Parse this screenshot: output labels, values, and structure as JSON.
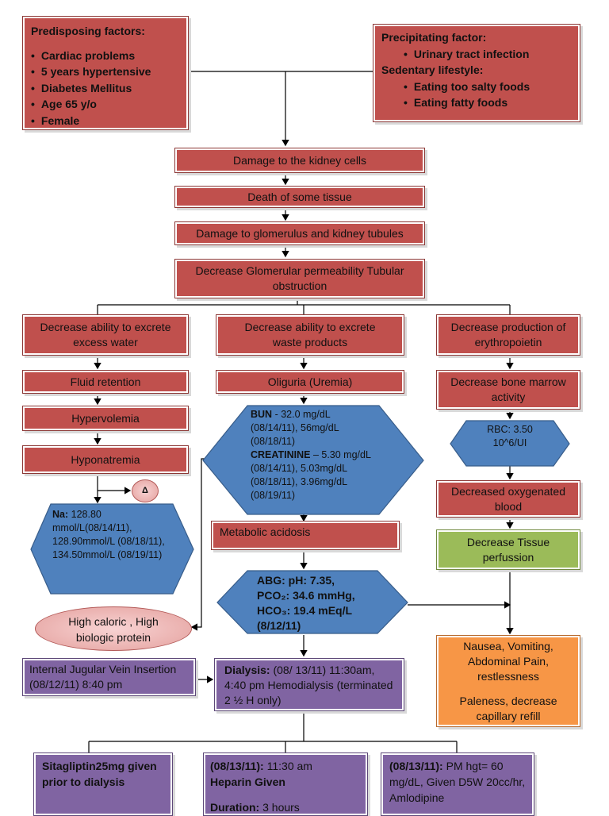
{
  "predisposing": {
    "title": "Predisposing factors:",
    "items": [
      "Cardiac problems",
      "5 years hypertensive",
      "Diabetes Mellitus",
      "Age 65 y/o",
      "Female"
    ]
  },
  "precipitating": {
    "title": "Precipitating factor:",
    "item1": "Urinary tract infection",
    "subtitle": "Sedentary lifestyle:",
    "items": [
      "Eating too salty foods",
      "Eating fatty foods"
    ]
  },
  "chain": {
    "step1": "Damage to the kidney cells",
    "step2": "Death of some tissue",
    "step3": "Damage to glomerulus and kidney tubules",
    "step4": "Decrease Glomerular permeability Tubular obstruction"
  },
  "left_branch": {
    "head": "Decrease ability to excrete excess water",
    "b1": "Fluid retention",
    "b2": "Hypervolemia",
    "b3": "Hyponatremia",
    "delta": "Δ",
    "na_label": "Na:",
    "na_value": "128.80 mmol/L(08/14/11), 128.90mmol/L (08/18/11), 134.50mmol/L (08/19/11)",
    "ellipse": "High caloric , High biologic protein"
  },
  "mid_branch": {
    "head": "Decrease ability to excrete waste products",
    "b1": "Oliguria (Uremia)",
    "bun_label": "BUN",
    "bun_value": " -  32.0 mg/dL (08/14/11), 56mg/dL (08/18/11)",
    "creat_label": "CREATININE",
    "creat_value": " – 5.30 mg/dL (08/14/11), 5.03mg/dL (08/18/11), 3.96mg/dL (08/19/11)",
    "acidosis": "Metabolic acidosis",
    "abg_line1": "ABG: pH: 7.35,",
    "abg_line2": "PCO₂: 34.6 mmHg,",
    "abg_line3": "HCO₃: 19.4 mEq/L",
    "abg_line4": "(8/12/11)"
  },
  "right_branch": {
    "head": "Decrease production of erythropoietin",
    "b1": "Decrease bone marrow activity",
    "rbc": "RBC: 3.50 10^6/UI",
    "b2": "Decreased oxygenated blood",
    "b3": "Decrease Tissue perfussion",
    "symptoms1": "Nausea, Vomiting, Abdominal Pain, restlessness",
    "symptoms2": "Paleness, decrease capillary refill"
  },
  "treatment": {
    "ijv": "Internal Jugular Vein Insertion (08/12/11) 8:40 pm",
    "dialysis_label": "Dialysis:",
    "dialysis_value": " (08/ 13/11) 11:30am, 4:40 pm Hemodialysis (terminated 2 ½ H only)",
    "sitagliptin": "Sitagliptin25mg given prior to dialysis",
    "heparin_date": "(08/13/11):",
    "heparin_time": " 11:30 am",
    "heparin_given": "Heparin Given",
    "duration_label": "Duration:",
    "duration_value": " 3 hours",
    "pm_date": "(08/13/11):",
    "pm_value": " PM hgt= 60 mg/dL, Given D5W 20cc/hr, Amlodipine"
  }
}
